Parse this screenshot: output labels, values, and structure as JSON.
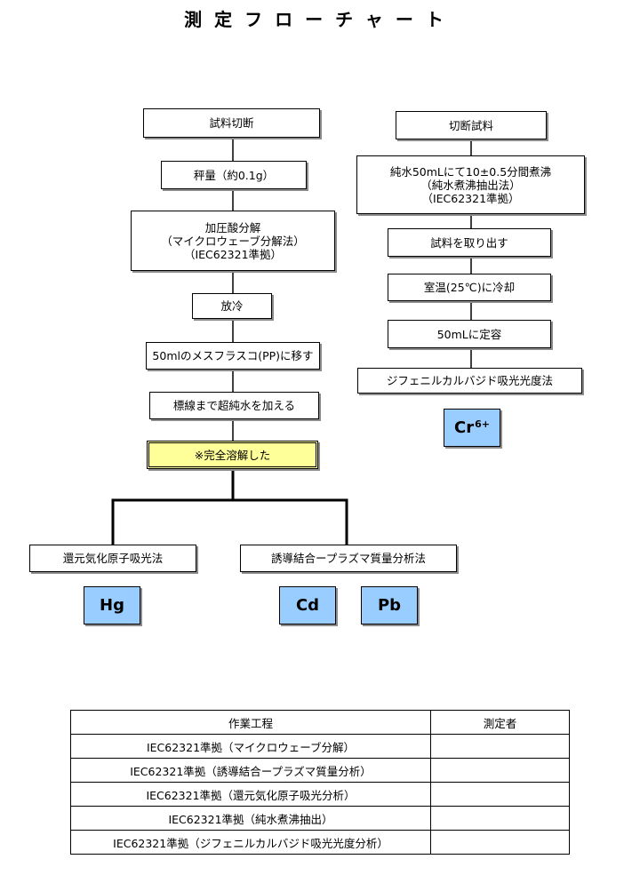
{
  "title": "測定フローチャート",
  "left_flow": {
    "step1": "試料切断",
    "step2": "秤量（約0.1g）",
    "step3_lines": [
      "加圧酸分解",
      "（マイクロウェーブ分解法）",
      "（IEC62321準拠）"
    ],
    "step4": "放冷",
    "step5": "50mlのメスフラスコ(PP)に移す",
    "step6": "標線まで超純水を加える",
    "step7": "※完全溶解した",
    "method_a": "還元気化原子吸光法",
    "method_b": "誘導結合ープラズマ質量分析法",
    "result_hg": "Hg",
    "result_cd": "Cd",
    "result_pb": "Pb"
  },
  "right_flow": {
    "step1": "切断試料",
    "step2_lines": [
      "純水50mLにて10±0.5分間煮沸",
      "（純水煮沸抽出法）",
      "（IEC62321準拠）"
    ],
    "step3": "試料を取り出す",
    "step4": "室温(25℃)に冷却",
    "step5": "50mLに定容",
    "step6": "ジフェニルカルバジド吸光光度法",
    "result_base": "Cr",
    "result_sup": "6+"
  },
  "log_table": {
    "headers": [
      "作業工程",
      "測定者"
    ],
    "rows": [
      "IEC62321準拠（マイクロウェーブ分解）",
      "IEC62321準拠（誘導結合ープラズマ質量分析）",
      "IEC62321準拠（還元気化原子吸光分析）",
      "IEC62321準拠（純水煮沸抽出）",
      "IEC62321準拠（ジフェニルカルバジド吸光光度分析）"
    ]
  }
}
